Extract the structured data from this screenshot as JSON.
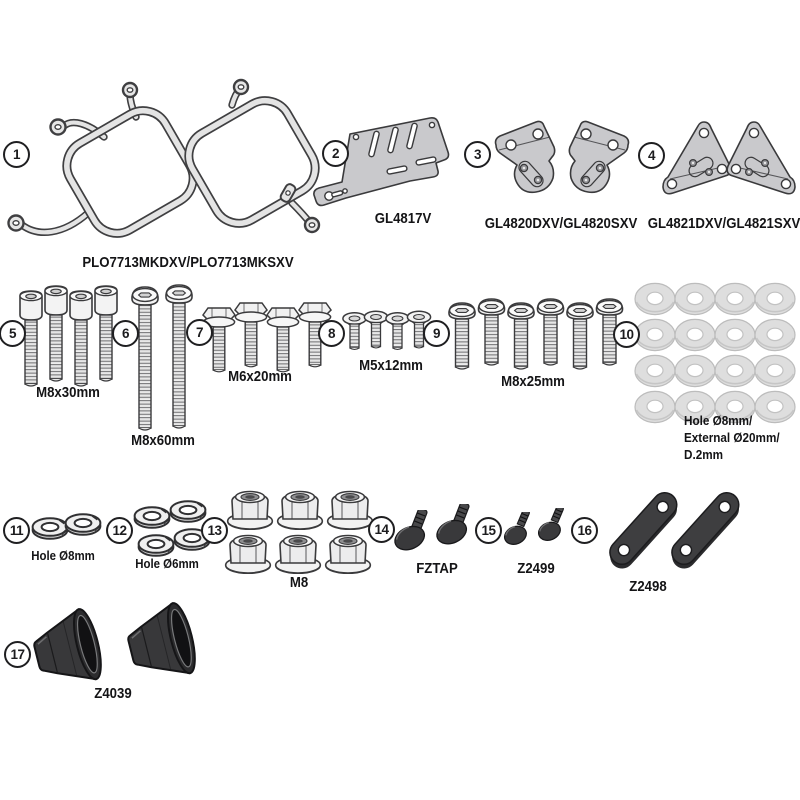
{
  "background": "#ffffff",
  "colors": {
    "line": "#3a3a3c",
    "plate_fill": "#c9c9cc",
    "metal_fill": "#f2f2f2",
    "washer_fill": "#dedede",
    "dark_rubber_fill": "#39393b",
    "label_color": "#141416",
    "badge_border": "#1f1f21"
  },
  "parts": [
    {
      "num": "1",
      "label": "PLO7713MKDXV/PLO7713MKSXV",
      "item": "pannier side frames",
      "qty": 2
    },
    {
      "num": "2",
      "label": "GL4817V",
      "item": "slotted bracket plate",
      "qty": 1
    },
    {
      "num": "3",
      "label": "GL4820DXV/GL4820SXV",
      "item": "mounting plates",
      "qty": 2
    },
    {
      "num": "4",
      "label": "GL4821DXV/GL4821SXV",
      "item": "triangular mounting plates",
      "qty": 2
    },
    {
      "num": "5",
      "label": "M8x30mm",
      "item": "socket head screws",
      "qty": 4
    },
    {
      "num": "6",
      "label": "M8x60mm",
      "item": "long button head screws",
      "qty": 2
    },
    {
      "num": "7",
      "label": "M6x20mm",
      "item": "hex flange bolts",
      "qty": 4
    },
    {
      "num": "8",
      "label": "M5x12mm",
      "item": "countersunk screws",
      "qty": 4
    },
    {
      "num": "9",
      "label": "M8x25mm",
      "item": "button head screws",
      "qty": 6
    },
    {
      "num": "10",
      "label": "Hole Ø8mm/\nExternal Ø20mm/\nD.2mm",
      "item": "flat washers",
      "qty": 16
    },
    {
      "num": "11",
      "label": "Hole Ø8mm",
      "item": "spring washers",
      "qty": 2
    },
    {
      "num": "12",
      "label": "Hole Ø6mm",
      "item": "spring washers",
      "qty": 4
    },
    {
      "num": "13",
      "label": "M8",
      "item": "flange nuts",
      "qty": 6
    },
    {
      "num": "14",
      "label": "FZTAP",
      "item": "rubber caps",
      "qty": 2
    },
    {
      "num": "15",
      "label": "Z2499",
      "item": "rubber plugs",
      "qty": 2
    },
    {
      "num": "16",
      "label": "Z2498",
      "item": "link straps",
      "qty": 2
    },
    {
      "num": "17",
      "label": "Z4039",
      "item": "rubber end caps",
      "qty": 2
    }
  ]
}
